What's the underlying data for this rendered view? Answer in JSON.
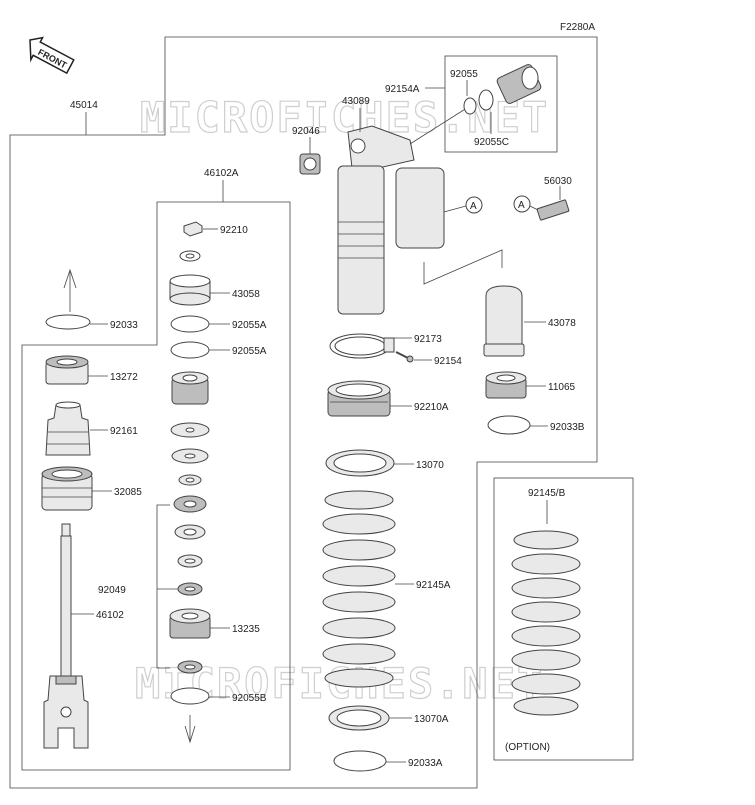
{
  "diagram": {
    "figure_code": "F2280A",
    "front_label": "FRONT",
    "option_label": "(OPTION)",
    "watermark": "MICROFICHES.NET",
    "callout_letter": "A",
    "part_numbers": {
      "p45014": "45014",
      "p46102A": "46102A",
      "p92210": "92210",
      "p43058": "43058",
      "p92055A_1": "92055A",
      "p92055A_2": "92055A",
      "p92033": "92033",
      "p13272": "13272",
      "p92161": "92161",
      "p32085": "32085",
      "p92049": "92049",
      "p46102": "46102",
      "p13235": "13235",
      "p92055B": "92055B",
      "p43089": "43089",
      "p92046": "92046",
      "p92154A": "92154A",
      "p92055": "92055",
      "p92055C": "92055C",
      "p56030": "56030",
      "p43078": "43078",
      "p92173": "92173",
      "p92154": "92154",
      "p92210A": "92210A",
      "p11065": "11065",
      "p92033B": "92033B",
      "p13070": "13070",
      "p92145A": "92145A",
      "p92145B": "92145/B",
      "p13070A": "13070A",
      "p92033A": "92033A"
    }
  }
}
